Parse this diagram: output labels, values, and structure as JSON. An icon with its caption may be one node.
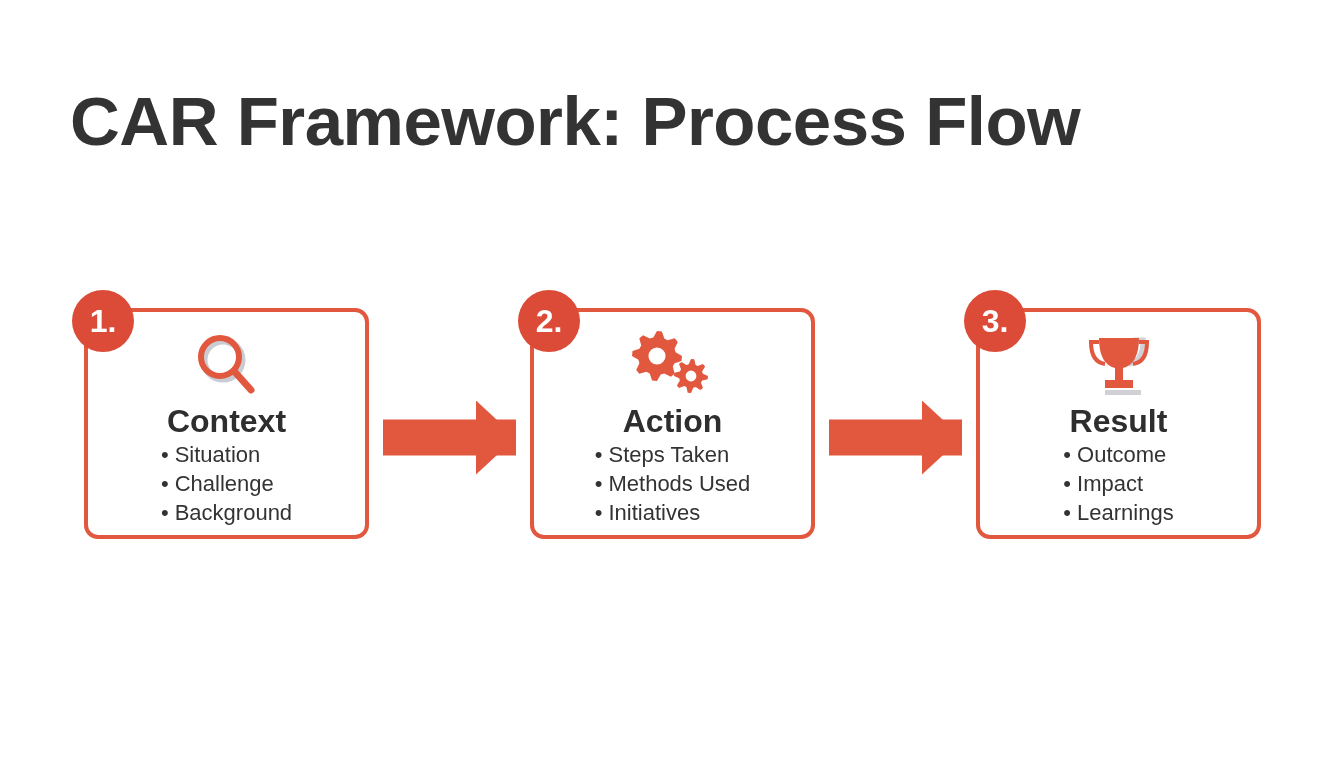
{
  "diagram": {
    "title": "CAR Framework: Process Flow",
    "nodes": [
      {
        "text": [
          "1.",
          "Context",
          "• Situation",
          "• Challenge",
          "• Background"
        ]
      },
      {
        "text": [
          "2.",
          "Action",
          "• Steps Taken",
          "• Methods Used",
          "• Initiatives"
        ]
      },
      {
        "text": [
          "3.",
          "Result",
          "• Outcome",
          "• Impact",
          "• Learnings"
        ]
      }
    ],
    "edges": [
      {
        "from": 0,
        "to": 1,
        "arrow": "to"
      },
      {
        "from": 1,
        "to": 2,
        "arrow": "to"
      }
    ]
  }
}
